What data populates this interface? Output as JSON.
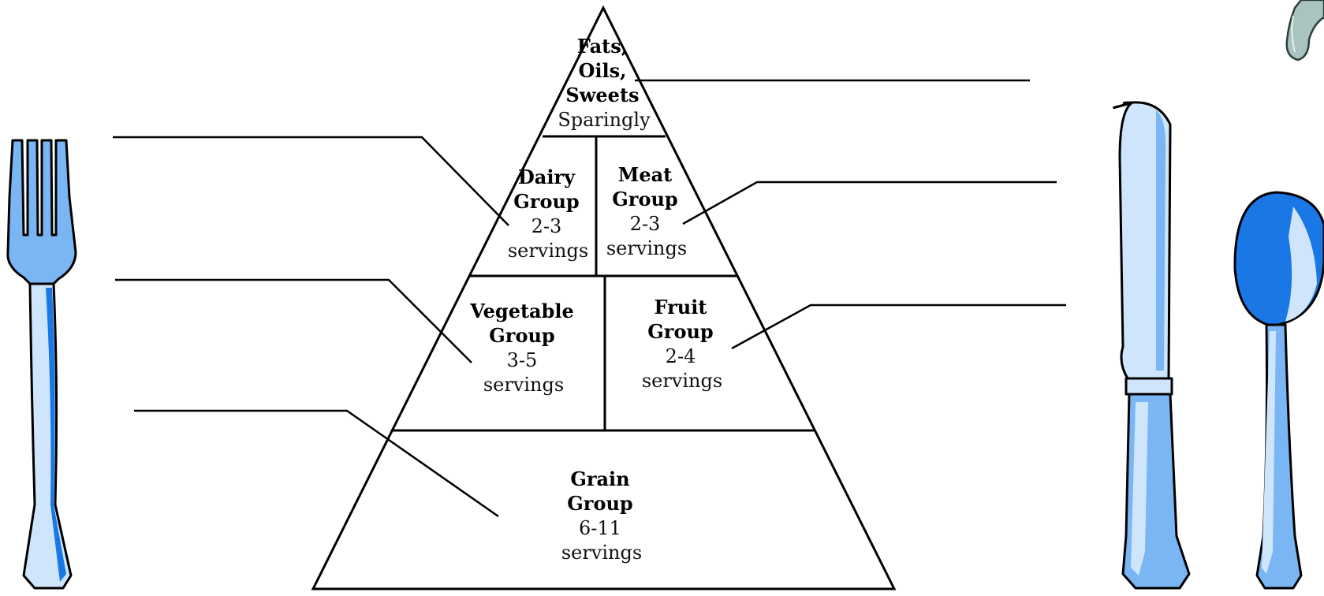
{
  "pyramid": {
    "top": {
      "name_lines": [
        "Fats,",
        "Oils,",
        "Sweets"
      ],
      "serving_lines": [
        "Sparingly"
      ]
    },
    "dairy": {
      "name_lines": [
        "Dairy",
        "Group"
      ],
      "serving_lines": [
        "2-3",
        "servings"
      ]
    },
    "meat": {
      "name_lines": [
        "Meat",
        "Group"
      ],
      "serving_lines": [
        "2-3",
        "servings"
      ]
    },
    "vegetable": {
      "name_lines": [
        "Vegetable",
        "Group"
      ],
      "serving_lines": [
        "3-5",
        "servings"
      ]
    },
    "fruit": {
      "name_lines": [
        "Fruit",
        "Group"
      ],
      "serving_lines": [
        "2-4",
        "servings"
      ]
    },
    "grain": {
      "name_lines": [
        "Grain",
        "Group"
      ],
      "serving_lines": [
        "6-11",
        "servings"
      ]
    }
  },
  "colors": {
    "outline": "#000000",
    "utensil_light": "#cfe5fb",
    "utensil_mid": "#79b6f3",
    "utensil_dark": "#1a78e6"
  },
  "icons": [
    "fork-icon",
    "knife-icon",
    "spoon-icon",
    "drop-icon"
  ]
}
